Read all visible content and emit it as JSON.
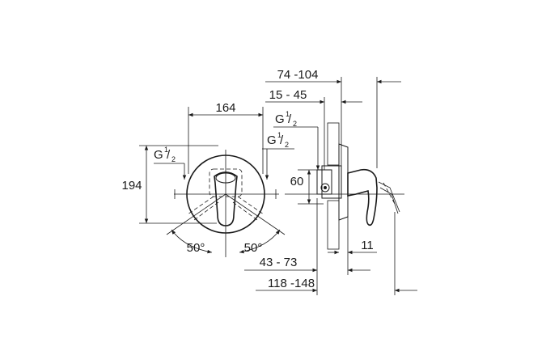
{
  "front_view": {
    "width_dim": "164",
    "height_dim": "194",
    "thread_left": {
      "base": "G",
      "num": "1",
      "den": "2"
    },
    "thread_right": {
      "base": "G",
      "num": "1",
      "den": "2"
    },
    "angle_left": "50°",
    "angle_right": "50°"
  },
  "side_view": {
    "dim_total_depth": "74 -104",
    "dim_mount_range": "15 - 45",
    "thread": {
      "base": "G",
      "num": "1",
      "den": "2"
    },
    "dim_height": "60",
    "dim_plate": "11",
    "dim_wall_range": "43 - 73",
    "dim_overall": "118 -148"
  }
}
